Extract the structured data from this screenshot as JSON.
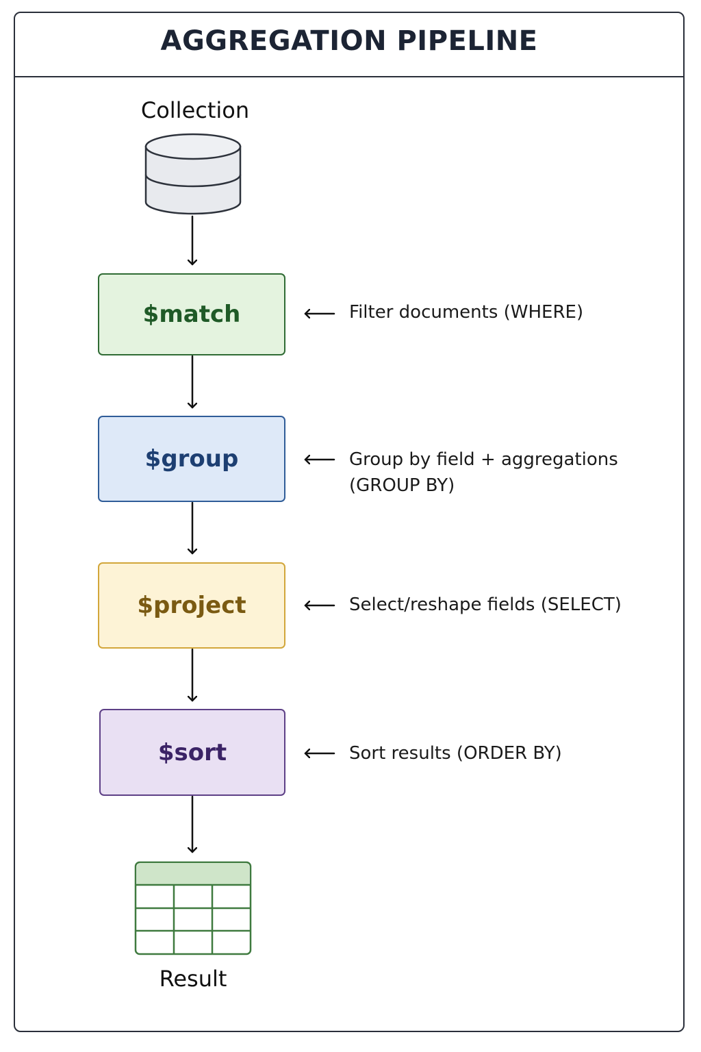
{
  "title": "AGGREGATION PIPELINE",
  "source_label": "Collection",
  "result_label": "Result",
  "stages": [
    {
      "label": "$match",
      "description_lines": [
        "Filter documents (WHERE)"
      ],
      "colors": {
        "fill": "#e4f3df",
        "border": "#2f6b34",
        "text": "#1f5a27"
      }
    },
    {
      "label": "$group",
      "description_lines": [
        "Group by field + aggregations",
        "(GROUP BY)"
      ],
      "colors": {
        "fill": "#dee9f8",
        "border": "#2f5c98",
        "text": "#1d3f72"
      }
    },
    {
      "label": "$project",
      "description_lines": [
        "Select/reshape fields (SELECT)"
      ],
      "colors": {
        "fill": "#fdf3d6",
        "border": "#d2a63a",
        "text": "#7a5a12"
      }
    },
    {
      "label": "$sort",
      "description_lines": [
        "Sort results (ORDER BY)"
      ],
      "colors": {
        "fill": "#e9e0f3",
        "border": "#5d3f86",
        "text": "#3b2366"
      }
    }
  ],
  "icons": {
    "source": "database-cylinder-icon",
    "result": "table-grid-icon",
    "flow_arrow": "arrow-down-icon",
    "pointer_arrow": "arrow-left-icon"
  },
  "colors": {
    "frame": "#2a2f3a",
    "database_fill": "#e8eaee",
    "database_stroke": "#2d323b",
    "table_header_fill": "#cfe5c9",
    "table_stroke": "#3f7a3f",
    "arrow": "#111111"
  }
}
